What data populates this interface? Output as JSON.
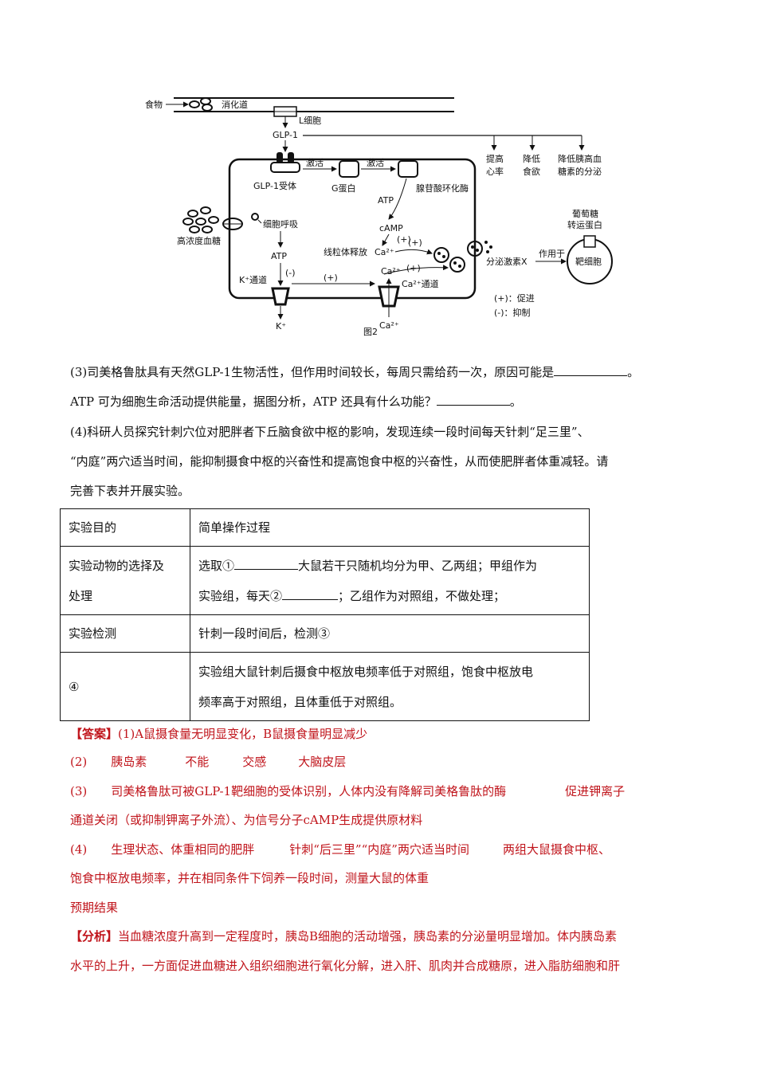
{
  "figure": {
    "caption": "图2",
    "food": "食物",
    "gut": "消化道",
    "l_cell": "L细胞",
    "glp1": "GLP-1",
    "glp1_receptor": "GLP-1受体",
    "activate1": "激活",
    "activate2": "激活",
    "g_protein": "G蛋白",
    "atp_top": "ATP",
    "adenylate_cyclase": "腺苷酸环化酶",
    "camp": "cAMP",
    "plus_camp": "(+)",
    "mito_release": "线粒体释放",
    "ca_mito": "Ca²⁺",
    "plus_mito": "(+)",
    "plus_channel": "(+)",
    "high_glucose": "高浓度血糖",
    "cell_resp": "细胞呼吸",
    "atp_mid": "ATP",
    "minus_k": "(-)",
    "k_channel": "K⁺通道",
    "plus_k": "(+)",
    "k_ion": "K⁺",
    "ca_top": "Ca²⁺",
    "ca_channel": "Ca²⁺通道",
    "ca_bottom": "Ca²⁺",
    "effect1a": "提高",
    "effect1b": "心率",
    "effect2a": "降低",
    "effect2b": "食欲",
    "effect3a": "降低胰高血",
    "effect3b": "糖素的分泌",
    "glut_a": "葡萄糖",
    "glut_b": "转运蛋白",
    "act_on": "作用于",
    "secrete_x": "分泌激素X",
    "target_cell": "靶细胞",
    "legend_plus": "(+)：促进",
    "legend_minus": "(-)：抑制"
  },
  "q3_line1": "(3)司美格鲁肽具有天然GLP-1生物活性，但作用时间较长，每周只需给药一次，原因可能是",
  "q3_line1_end": "。",
  "q3_line2a": "ATP 可为细胞生命活动提供能量，据图分析，ATP 还具有什么功能？",
  "q3_line2_end": "。",
  "q4_line1": "(4)科研人员探究针刺穴位对肥胖者下丘脑食欲中枢的影响，发现连续一段时间每天针刺“足三里”、",
  "q4_line2": "“内庭”两穴适当时间，能抑制摄食中枢的兴奋性和提高饱食中枢的兴奋性，从而使肥胖者体重减轻。请",
  "q4_line3": "完善下表并开展实验。",
  "table": {
    "h1": "实验目的",
    "h2": "简单操作过程",
    "r1c1a": "实验动物的选择及",
    "r1c1b": "处理",
    "r1c2a1": "选取①",
    "r1c2a2": "大鼠若干只随机均分为甲、乙两组；甲组作为",
    "r1c2b1": "实验组，每天②",
    "r1c2b2": "；乙组作为对照组，不做处理；",
    "r2c1": "实验检测",
    "r2c2": "针刺一段时间后，检测③",
    "r3c1": "④",
    "r3c2a": "实验组大鼠针刺后摄食中枢放电频率低于对照组，饱食中枢放电",
    "r3c2b": "频率高于对照组，且体重低于对照组。"
  },
  "answer": {
    "label": "【答案】",
    "a1": "(1)A鼠摄食量无明显变化，B鼠摄食量明显减少",
    "a2_num": "(2)",
    "a2_1": "胰岛素",
    "a2_2": "不能",
    "a2_3": "交感",
    "a2_4": "大脑皮层",
    "a3_num": "(3)",
    "a3_1": "司美格鲁肽可被GLP-1靶细胞的受体识别，人体内没有降解司美格鲁肽的酶",
    "a3_2": "促进钾离子",
    "a3_3": "通道关闭（或抑制钾离子外流）、为信号分子cAMP生成提供原材料",
    "a4_num": "(4)",
    "a4_1": "生理状态、体重相同的肥胖",
    "a4_2": "针刺“后三里”“内庭”两穴适当时间",
    "a4_3": "两组大鼠摄食中枢、",
    "a4_4": "饱食中枢放电频率，并在相同条件下饲养一段时间，测量大鼠的体重",
    "a4_5": "预期结果"
  },
  "analysis": {
    "label": "【分析】",
    "line1": "当血糖浓度升高到一定程度时，胰岛B细胞的活动增强，胰岛素的分泌量明显增加。体内胰岛素",
    "line2": "水平的上升，一方面促进血糖进入组织细胞进行氧化分解，进入肝、肌肉并合成糖原，进入脂肪细胞和肝"
  }
}
